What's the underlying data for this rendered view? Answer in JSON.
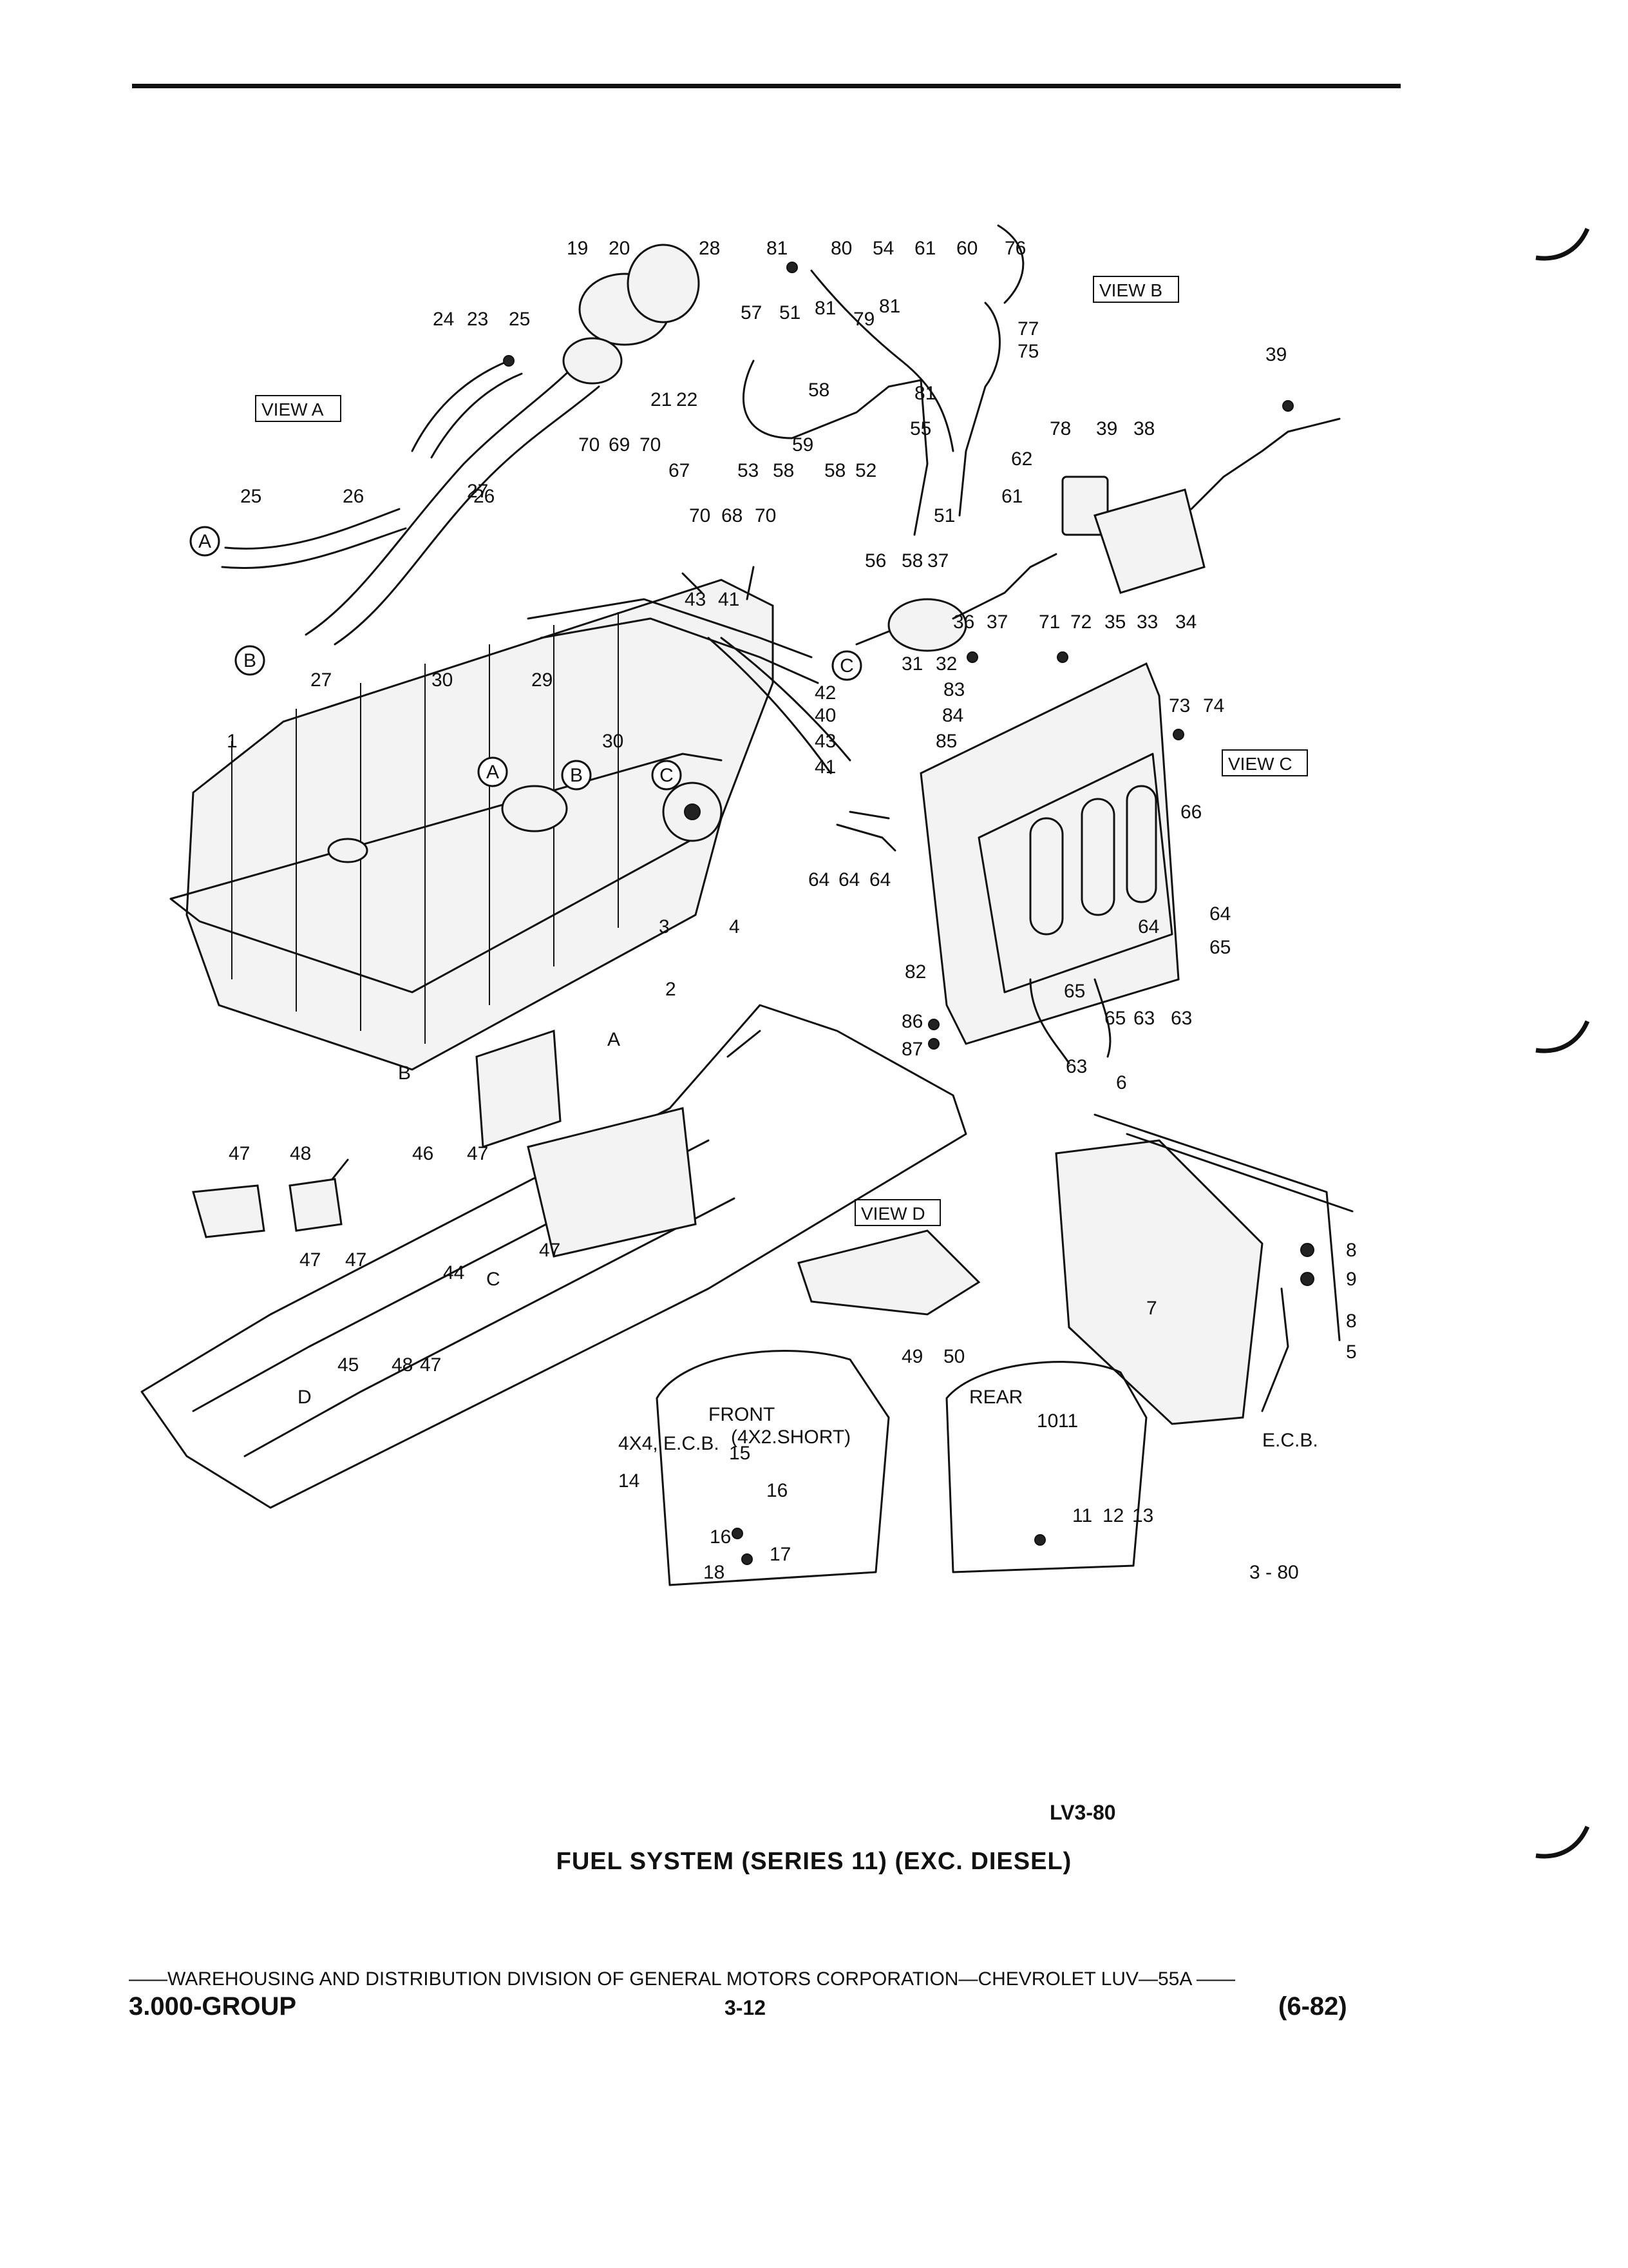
{
  "figure": {
    "callouts": [
      "19",
      "20",
      "28",
      "81",
      "80",
      "54",
      "61",
      "60",
      "76",
      "24",
      "23",
      "25",
      "57",
      "51",
      "81",
      "79",
      "81",
      "77",
      "75",
      "22",
      "21",
      "58",
      "81",
      "39",
      "55",
      "62",
      "78",
      "39",
      "38",
      "70",
      "69",
      "70",
      "67",
      "53",
      "58",
      "59",
      "58",
      "52",
      "25",
      "26",
      "26",
      "27",
      "61",
      "70",
      "68",
      "70",
      "51",
      "56",
      "58",
      "37",
      "43",
      "41",
      "36",
      "37",
      "71",
      "72",
      "35",
      "33",
      "34",
      "27",
      "31",
      "32",
      "42",
      "30",
      "29",
      "40",
      "83",
      "84",
      "73",
      "74",
      "43",
      "85",
      "30",
      "41",
      "1",
      "66",
      "64",
      "64",
      "64",
      "64",
      "64",
      "65",
      "4",
      "3",
      "2",
      "82",
      "65",
      "65",
      "63",
      "63",
      "86",
      "87",
      "63",
      "6",
      "47",
      "48",
      "46",
      "47",
      "47",
      "47",
      "47",
      "44",
      "45",
      "48",
      "47",
      "49",
      "50",
      "8",
      "9",
      "8",
      "5",
      "7",
      "15",
      "16",
      "14",
      "16",
      "17",
      "18",
      "10",
      "11",
      "11",
      "12",
      "13"
    ],
    "view_labels": [
      "VIEW A",
      "VIEW B",
      "VIEW C",
      "VIEW D"
    ],
    "circle_markers": [
      "A",
      "B",
      "C",
      "A",
      "B",
      "C"
    ],
    "arrow_markers": [
      "A",
      "B",
      "C",
      "D"
    ],
    "inset_texts": [
      "FRONT",
      "REAR",
      "4X4, E.C.B.",
      "(4X2.SHORT)",
      "E.C.B.",
      "3 - 80"
    ]
  },
  "diagram_code": "LV3-80",
  "caption": "FUEL SYSTEM (SERIES 11) (EXC. DIESEL)",
  "footer": {
    "line": "——WAREHOUSING AND DISTRIBUTION  DIVISION OF GENERAL MOTORS CORPORATION—CHEVROLET LUV—55A  ——",
    "group": "3.000-GROUP",
    "page": "3-12",
    "date": "(6-82)"
  },
  "colors": {
    "ink": "#111111",
    "paper": "#ffffff"
  }
}
